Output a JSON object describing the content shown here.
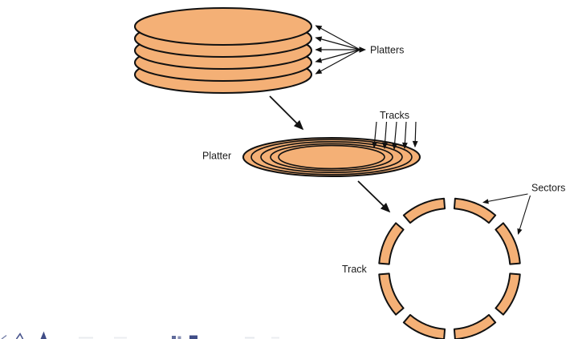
{
  "labels": {
    "platters": "Platters",
    "platter": "Platter",
    "tracks": "Tracks",
    "track": "Track",
    "sectors": "Sectors"
  },
  "colors": {
    "disk_fill": "#F4B076",
    "outline": "#111111",
    "text": "#1a1a1a",
    "fragment_ink": "#2B3A7A",
    "fragment_faint": "#9AA3B8"
  },
  "counts": {
    "platters": 5,
    "tracks_marked": 5,
    "sector_segments": 8
  }
}
